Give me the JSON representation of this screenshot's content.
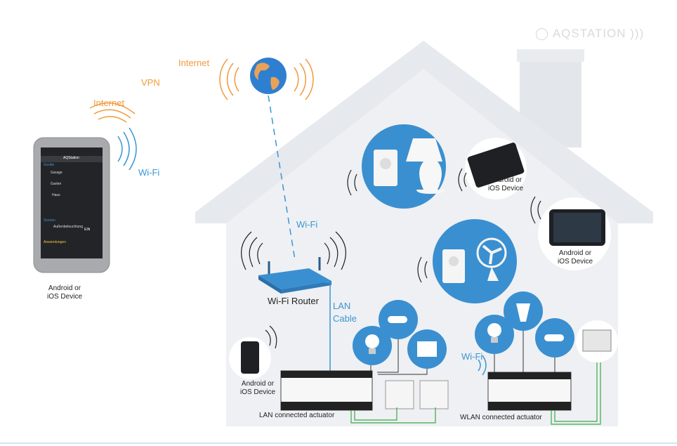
{
  "brand": {
    "logo_text": "AQSTATION"
  },
  "labels": {
    "internet_top": "Internet",
    "vpn": "VPN",
    "internet_phone": "Internet",
    "wifi_phone": "Wi-Fi",
    "wifi_router_signal": "Wi-Fi",
    "wifi_router": "Wi-Fi Router",
    "lan_cable_line1": "LAN",
    "lan_cable_line2": "Cable",
    "wifi_wlan": "Wi-Fi",
    "lan_actuator": "LAN connected actuator",
    "wlan_actuator": "WLAN connected actuator"
  },
  "devices": {
    "phone_left": {
      "line1": "Android or",
      "line2": "iOS Device"
    },
    "tablet_small": {
      "line1": "Android or",
      "line2": "iOS Device"
    },
    "tablet_large": {
      "line1": "Android or",
      "line2": "iOS Device"
    },
    "phone_bottom": {
      "line1": "Android or",
      "line2": "iOS Device"
    }
  },
  "phone_app": {
    "title": "AQStation",
    "section_devices": "Geräte",
    "rooms": [
      "Garage",
      "Garten",
      "Haus"
    ],
    "section_scenes": "Szenen",
    "scene_label": "Außenbeleuchtung",
    "scene_value": "EIN",
    "section_apps": "Anwendungen"
  },
  "colors": {
    "accent_blue": "#3a96d3",
    "accent_orange": "#f29a3a",
    "house_fill": "#eceef1",
    "cable_green": "#3aa84a"
  }
}
